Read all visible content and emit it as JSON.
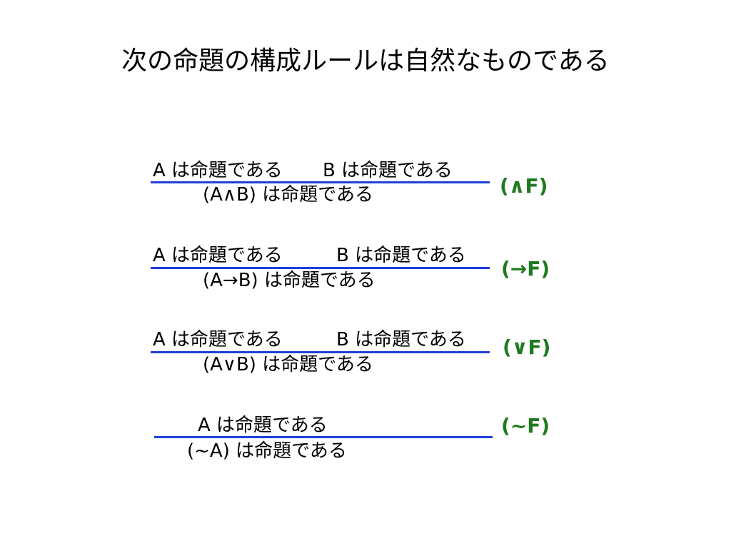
{
  "title": "次の命題の構成ルールは自然なものである",
  "colors": {
    "inference_bar": "#1f3fd6",
    "rule_name": "#1f7a1f"
  },
  "rules": [
    {
      "premise_a": "A は命題である",
      "premise_b": "B は命題である",
      "conclusion": "(A∧B) は命題である",
      "name": "(∧F)"
    },
    {
      "premise_a": "A は命題である",
      "premise_b": "B は命題である",
      "conclusion": "(A→B) は命題である",
      "name": "(→F)"
    },
    {
      "premise_a": "A は命題である",
      "premise_b": "B は命題である",
      "conclusion": "(A∨B) は命題である",
      "name": "(∨F)"
    },
    {
      "premise_a": "A は命題である",
      "conclusion": "(~A) は命題である",
      "name": "(~F)"
    }
  ]
}
